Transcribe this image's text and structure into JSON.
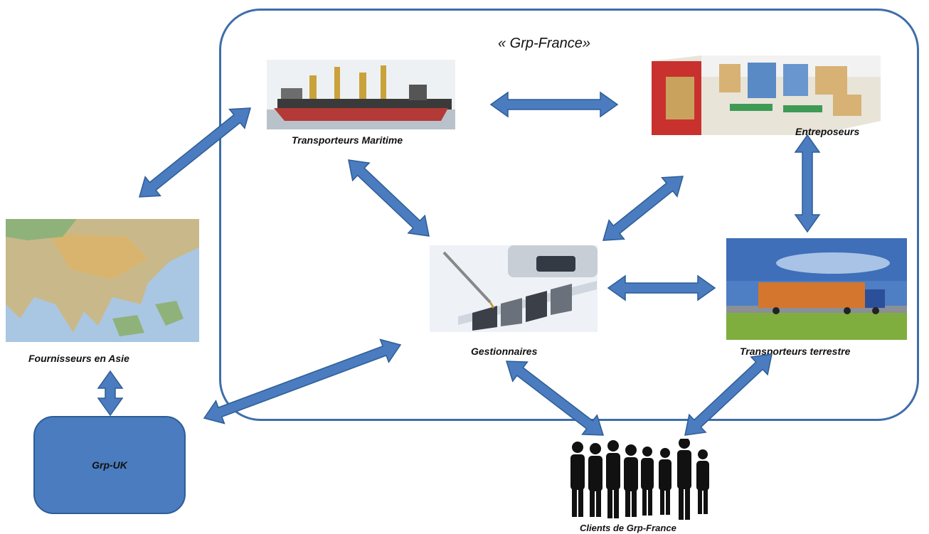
{
  "diagram": {
    "title": "« Grp-France»",
    "nodes": {
      "maritime": "Transporteurs Maritime",
      "entreposeurs": "Entreposeurs",
      "fournisseurs": "Fournisseurs en Asie",
      "gestionnaires": "Gestionnaires",
      "terrestre": "Transporteurs terrestre",
      "uk": "Grp-UK",
      "clients": "Clients de Grp-France"
    },
    "edges": [
      [
        "maritime",
        "entreposeurs"
      ],
      [
        "maritime",
        "fournisseurs"
      ],
      [
        "maritime",
        "gestionnaires"
      ],
      [
        "entreposeurs",
        "gestionnaires"
      ],
      [
        "entreposeurs",
        "terrestre"
      ],
      [
        "gestionnaires",
        "terrestre"
      ],
      [
        "gestionnaires",
        "uk"
      ],
      [
        "fournisseurs",
        "uk"
      ],
      [
        "gestionnaires",
        "clients"
      ],
      [
        "terrestre",
        "clients"
      ]
    ],
    "colors": {
      "frame": "#3f6ea8",
      "arrow": "#4a7cbf",
      "arrow_stroke": "#2e5d96",
      "uk_box": "#4a7cbf"
    }
  }
}
